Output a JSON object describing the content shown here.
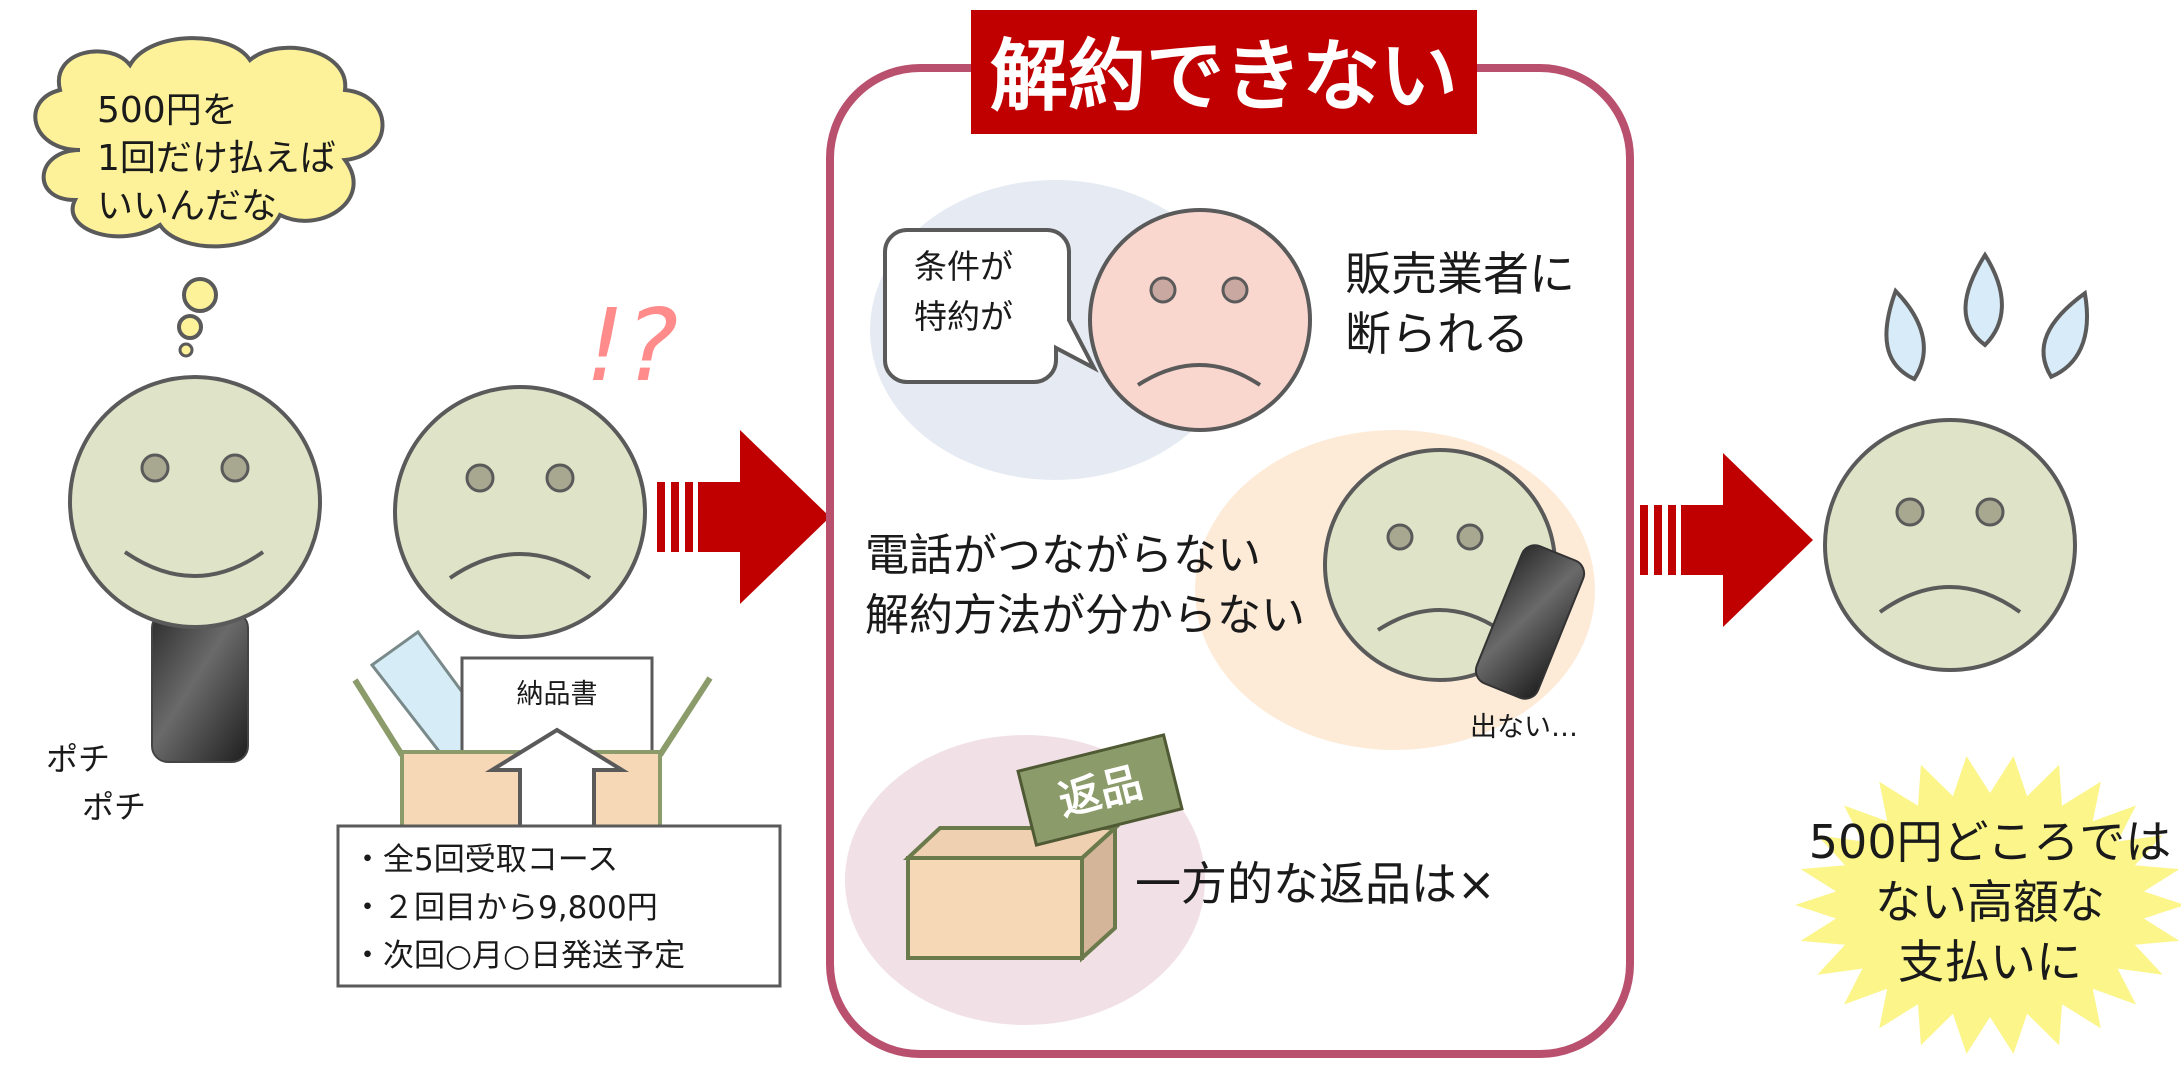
{
  "thought": {
    "line1": "500円を",
    "line2": "1回だけ払えば",
    "line3": "いいんだな"
  },
  "tap_label": {
    "line1": "ポチ",
    "line2": "ポチ"
  },
  "surprise_mark": "!?",
  "delivery_note": "納品書",
  "contract_box": {
    "line1": "・全5回受取コース",
    "line2": "・２回目から9,800円",
    "line3": "・次回○月○日発送予定"
  },
  "cannot_cancel": {
    "title": "解約できない",
    "seller_bubble": {
      "line1": "条件が",
      "line2": "特約が"
    },
    "seller_text": {
      "line1": "販売業者に",
      "line2": "断られる"
    },
    "phone_text": {
      "line1": "電話がつながらない",
      "line2": "解約方法が分からない"
    },
    "phone_caption": "出ない…",
    "return_sign": "返品",
    "return_text": "一方的な返品は×"
  },
  "result_burst": {
    "line1": "500円どころでは",
    "line2": "ない高額な",
    "line3": "支払いに"
  },
  "colors": {
    "face": "#dfe3c7",
    "arrow": "#c00000",
    "frame": "#b9506e",
    "title_bg": "#c00000",
    "thought_cloud": "#fdf29a",
    "burst": "#fbf58a",
    "sad_face_pink": "#f9d7cf",
    "box": "#f7d8b6",
    "sign": "#8b9b6a"
  }
}
